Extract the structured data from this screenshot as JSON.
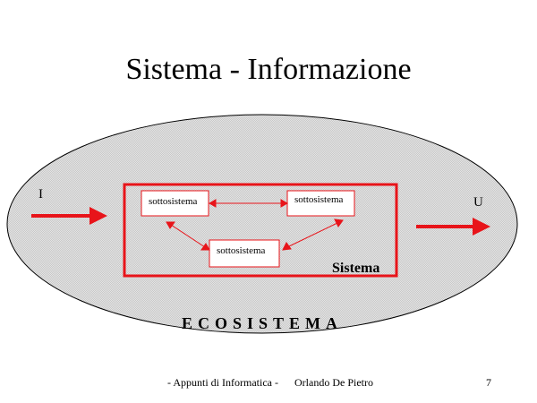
{
  "slide": {
    "title": "Sistema - Informazione",
    "colors": {
      "accent": "#e8141a",
      "ellipse_fill": "#d9d9d9",
      "ellipse_stroke": "#000000"
    },
    "diagram": {
      "input_label": "I",
      "output_label": "U",
      "subsystem_1": "sottosistema",
      "subsystem_2": "sottosistema",
      "subsystem_3": "sottosistema",
      "system_label": "Sistema",
      "ecosystem_label": "ECOSISTEMA"
    },
    "footer": {
      "left": "- Appunti di Informatica -",
      "center": "Orlando De Pietro",
      "page_number": "7"
    }
  }
}
